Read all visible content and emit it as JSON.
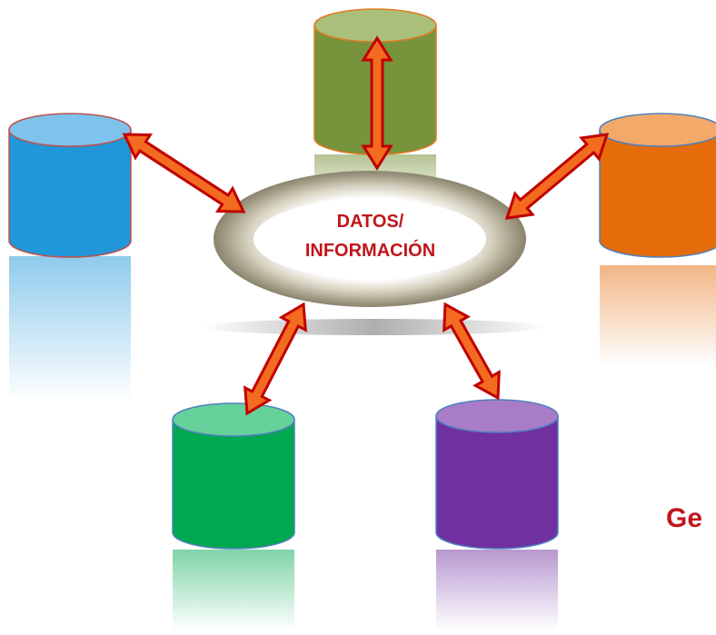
{
  "hub": {
    "line1": "DATOS/",
    "line2": "INFORMACIÓN"
  },
  "side_title": "Ge",
  "colors": {
    "arrow_fill": "#f36b21",
    "arrow_stroke": "#c00000",
    "title_text": "#c0161b",
    "hub_ring": "#b8b29e"
  },
  "databases": [
    {
      "name": "top",
      "color": "#77933c",
      "top_color": "#a9bf7a"
    },
    {
      "name": "left",
      "color": "#1f97d9",
      "top_color": "#7dc3ec"
    },
    {
      "name": "right",
      "color": "#e46c0a",
      "top_color": "#f2a96a"
    },
    {
      "name": "bottom-left",
      "color": "#00a84f",
      "top_color": "#66d19a"
    },
    {
      "name": "bottom-right",
      "color": "#7030a0",
      "top_color": "#a97cc8"
    }
  ]
}
